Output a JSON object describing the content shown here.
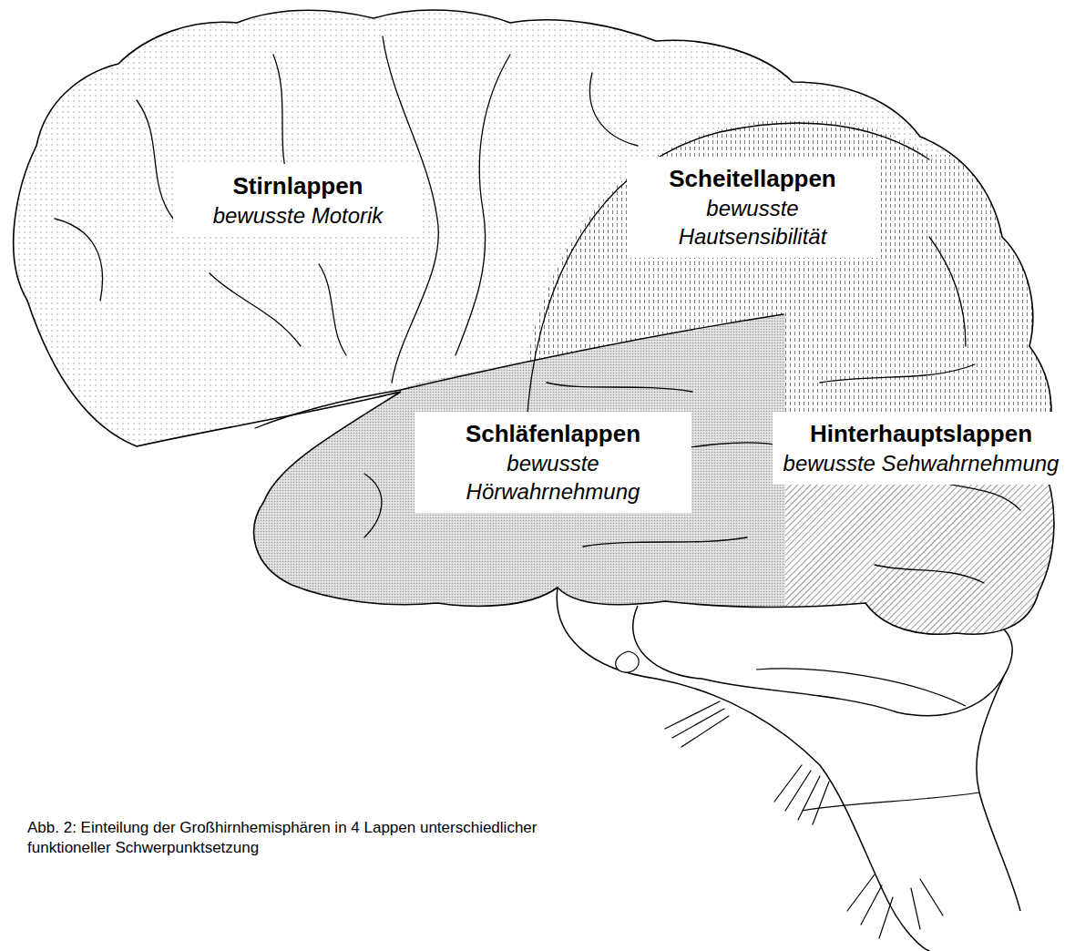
{
  "diagram": {
    "caption": "Abb. 2: Einteilung der Großhirnhemisphären in 4 Lappen unterschiedlicher funktioneller Schwerpunktsetzung",
    "nodes": [
      {
        "text": [
          "Stirnlappen",
          "bewusste Motorik"
        ]
      },
      {
        "text": [
          "Scheitellappen",
          "bewusste Hautsensibilität"
        ]
      },
      {
        "text": [
          "Schläfenlappen",
          "bewusste Hörwahrnehmung"
        ]
      },
      {
        "text": [
          "Hinterhauptslappen",
          "bewusste Sehwahrnehmung"
        ]
      }
    ]
  }
}
